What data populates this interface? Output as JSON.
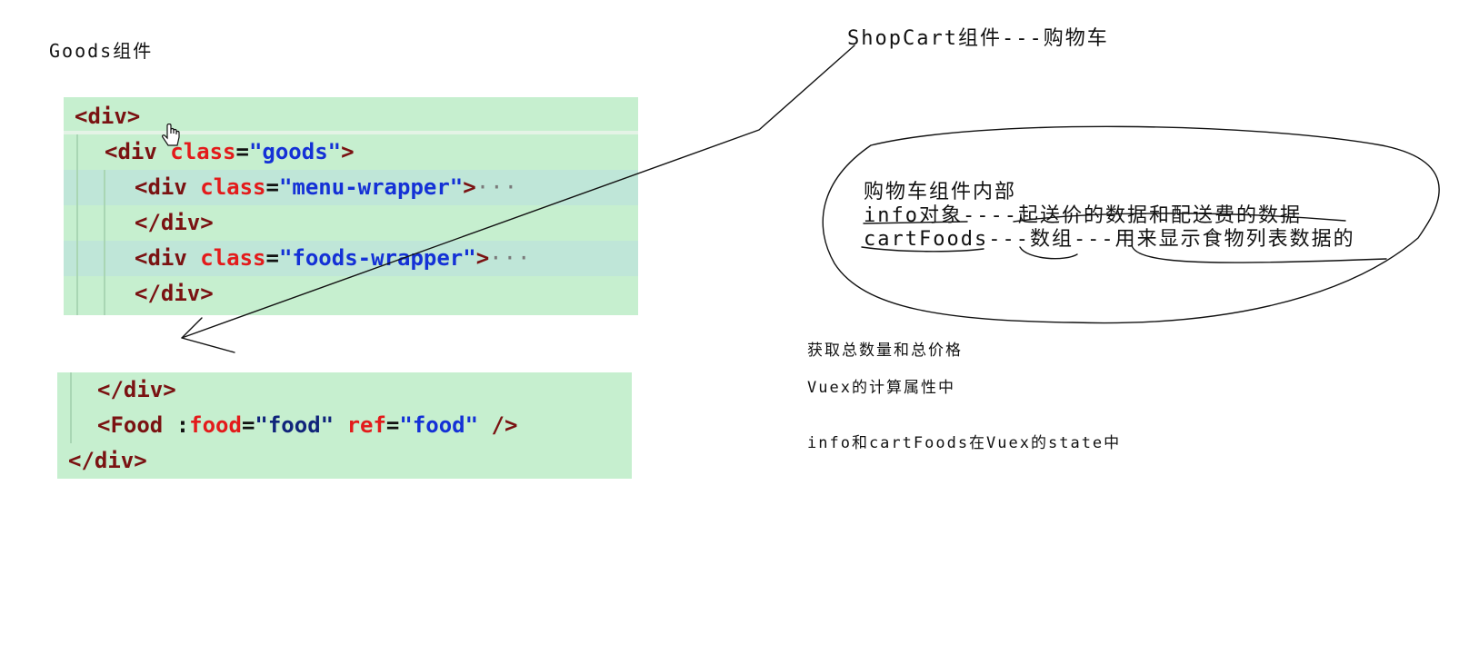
{
  "title_left": "Goods组件",
  "title_right": "ShopCart组件---购物车",
  "code_top": {
    "lines": [
      {
        "t1": "<div>"
      },
      {
        "t1": "<div",
        "a1": "class",
        "e1": "=",
        "s1": "\"goods\"",
        "c1": ">"
      },
      {
        "t1": "<div",
        "a1": "class",
        "e1": "=",
        "s1": "\"menu-wrapper\"",
        "c1": ">",
        "fold": "···"
      },
      {
        "t1": "</div>"
      },
      {
        "t1": "<div",
        "a1": "class",
        "e1": "=",
        "s1": "\"foods-wrapper\"",
        "c1": ">",
        "fold": "···"
      },
      {
        "t1": "</div>"
      }
    ]
  },
  "code_bottom": {
    "lines": [
      {
        "t1": "</div>"
      },
      {
        "t1": "<Food",
        "a0": ":",
        "a1": "food",
        "e1": "=",
        "s1": "\"food\"",
        "a2": "ref",
        "e2": "=",
        "s2": "\"food\"",
        "c1": "/>"
      },
      {
        "t1": "</div>"
      }
    ]
  },
  "bubble": {
    "line1": "购物车组件内部",
    "line2": "info对象----起送价的数据和配送费的数据",
    "line3": "cartFoods---数组---用来显示食物列表数据的"
  },
  "notes": {
    "n1": "获取总数量和总价格",
    "n2": "Vuex的计算属性中",
    "n3": "info和cartFoods在Vuex的state中"
  },
  "colors": {
    "code_bg": "#c6efcf",
    "code_highlight": "#bfe6d8",
    "tag": "#7a1212",
    "attribute": "#e31b1b",
    "string": "#1431d6"
  }
}
